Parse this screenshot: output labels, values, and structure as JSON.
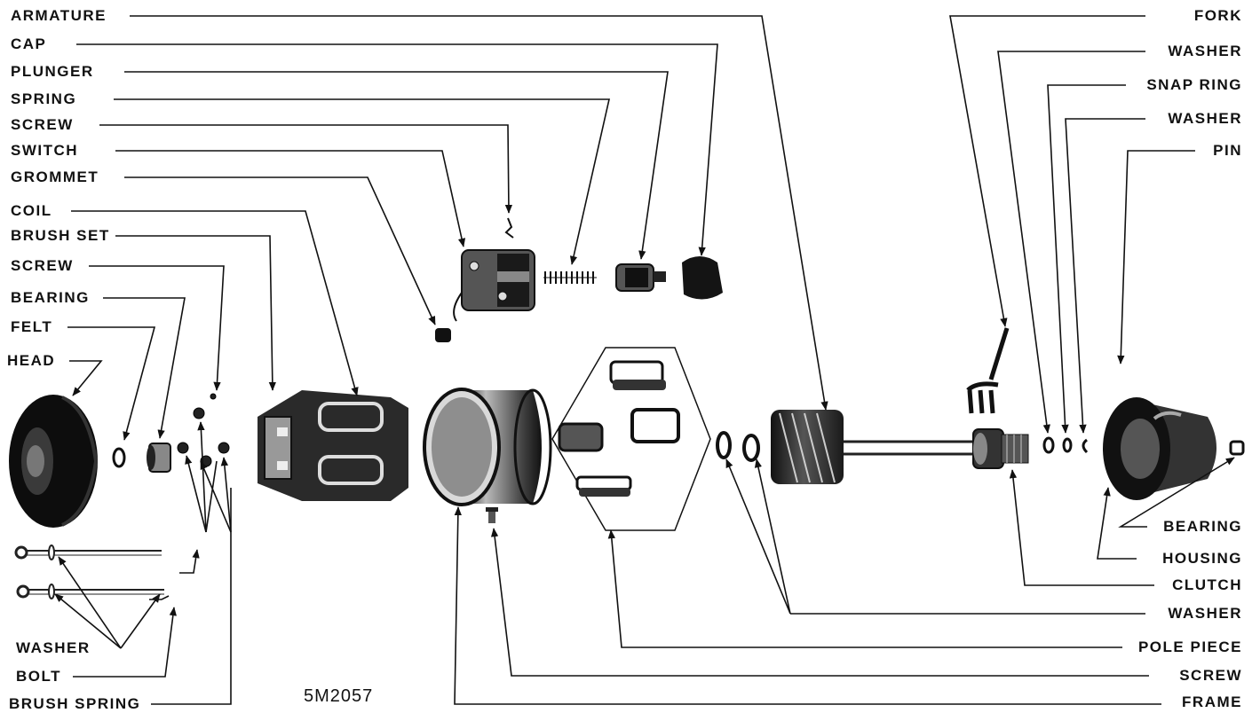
{
  "diagram": {
    "figure_code": "5M2057",
    "left_labels": {
      "armature": "ARMATURE",
      "cap": "CAP",
      "plunger": "PLUNGER",
      "spring": "SPRING",
      "screw_top": "SCREW",
      "switch": "SWITCH",
      "grommet": "GROMMET",
      "coil": "COIL",
      "brush_set": "BRUSH SET",
      "screw_mid": "SCREW",
      "bearing": "BEARING",
      "felt": "FELT",
      "head": "HEAD",
      "washer": "WASHER",
      "bolt": "BOLT",
      "brush_spring": "BRUSH SPRING"
    },
    "right_labels": {
      "fork": "FORK",
      "washer_top": "WASHER",
      "snap_ring": "SNAP RING",
      "washer_mid": "WASHER",
      "pin": "PIN",
      "bearing": "BEARING",
      "housing": "HOUSING",
      "clutch": "CLUTCH",
      "washer_bottom": "WASHER",
      "pole_piece": "POLE PIECE",
      "screw": "SCREW",
      "frame": "FRAME"
    }
  }
}
